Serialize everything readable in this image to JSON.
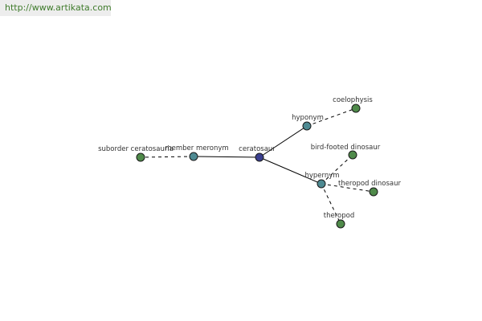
{
  "watermark": {
    "text": "http://www.artikata.com"
  },
  "colors": {
    "center_node": "#3a3f8f",
    "relation_node": "#4e8a92",
    "word_node": "#4f8a4a",
    "watermark_text": "#3f7b2b",
    "watermark_bg": "#ededed"
  },
  "graph": {
    "nodes": [
      {
        "id": "ceratosaur",
        "label": "ceratosaur",
        "kind": "center"
      },
      {
        "id": "member-meronym",
        "label": "member meronym",
        "kind": "relation"
      },
      {
        "id": "suborder-ceratosauria",
        "label": "suborder ceratosauria",
        "kind": "word"
      },
      {
        "id": "hyponym",
        "label": "hyponym",
        "kind": "relation"
      },
      {
        "id": "coelophysis",
        "label": "coelophysis",
        "kind": "word"
      },
      {
        "id": "hypernym",
        "label": "hypernym",
        "kind": "relation"
      },
      {
        "id": "bird-footed-dinosaur",
        "label": "bird-footed dinosaur",
        "kind": "word"
      },
      {
        "id": "theropod-dinosaur",
        "label": "theropod dinosaur",
        "kind": "word"
      },
      {
        "id": "theropod",
        "label": "theropod",
        "kind": "word"
      }
    ],
    "edges": [
      {
        "from": "ceratosaur",
        "to": "member-meronym",
        "style": "solid"
      },
      {
        "from": "member-meronym",
        "to": "suborder-ceratosauria",
        "style": "dashed"
      },
      {
        "from": "ceratosaur",
        "to": "hyponym",
        "style": "solid"
      },
      {
        "from": "hyponym",
        "to": "coelophysis",
        "style": "dashed"
      },
      {
        "from": "ceratosaur",
        "to": "hypernym",
        "style": "solid"
      },
      {
        "from": "hypernym",
        "to": "bird-footed-dinosaur",
        "style": "dashed"
      },
      {
        "from": "hypernym",
        "to": "theropod-dinosaur",
        "style": "dashed"
      },
      {
        "from": "hypernym",
        "to": "theropod",
        "style": "dashed"
      }
    ]
  }
}
